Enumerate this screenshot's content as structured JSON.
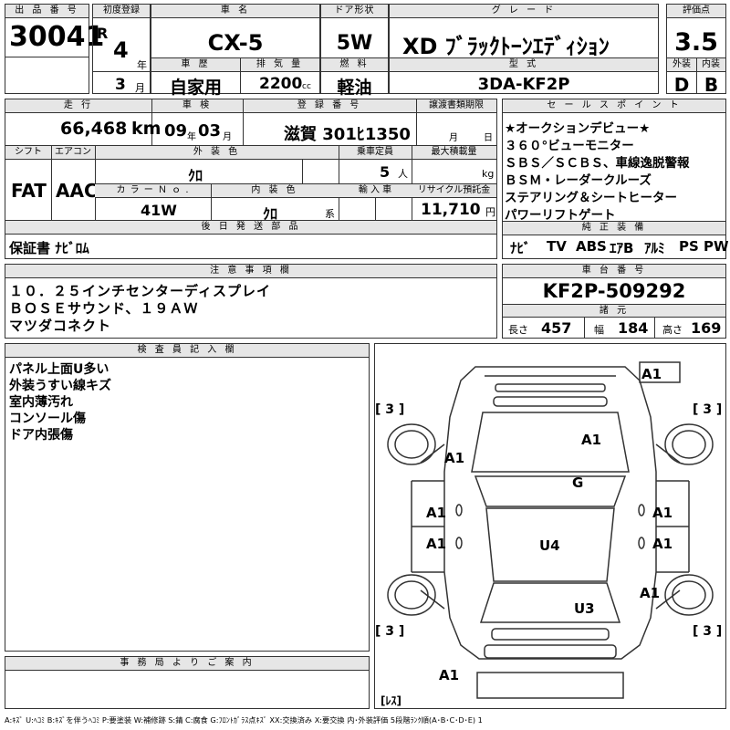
{
  "top": {
    "lot_no_label": "出 品 番 号",
    "lot_no": "30041",
    "first_reg_label": "初度登録",
    "era": "R",
    "year": "4",
    "year_unit": "年",
    "month": "3",
    "month_unit": "月",
    "car_name_label": "車 名",
    "car_name": "CX-5",
    "door_label": "ドア形状",
    "door": "5W",
    "grade_label": "グ レ ー ド",
    "grade": "XD ﾌﾞﾗｯｸﾄｰﾝｴﾃﾞｨｼｮﾝ",
    "score_label": "評価点",
    "score": "3.5",
    "history_label": "車 歴",
    "history": "自家用",
    "displacement_label": "排 気 量",
    "displacement": "2200",
    "displacement_unit": "cc",
    "fuel_label": "燃 料",
    "fuel": "軽油",
    "model_label": "型 式",
    "model": "3DA-KF2P",
    "exterior_label": "外装",
    "exterior": "D",
    "interior_label": "内装",
    "interior": "B"
  },
  "mid": {
    "mileage_label": "走 行",
    "mileage": "66,468",
    "mileage_unit": "km",
    "inspection_label": "車 検",
    "insp_year": "09",
    "insp_year_unit": "年",
    "insp_month": "03",
    "insp_month_unit": "月",
    "reg_no_label": "登 録 番 号",
    "reg_no": "滋賀 301ﾋ1350",
    "transfer_label": "譲渡書類期限",
    "transfer_month": "月",
    "transfer_day": "日",
    "shift_label": "シフト",
    "shift": "FAT",
    "ac_label": "エアコン",
    "ac": "AAC",
    "ext_color_label": "外 装 色",
    "ext_color": "ｸﾛ",
    "capacity_label": "乗車定員",
    "capacity": "5",
    "capacity_unit": "人",
    "max_load_label": "最大積載量",
    "max_load_unit": "kg",
    "color_no_label": "カ ラ ー Ｎ ｏ .",
    "color_no": "41W",
    "int_color_label": "内 装 色",
    "int_color": "ｸﾛ",
    "int_color_unit": "系",
    "import_label": "輸 入 車",
    "recycle_label": "リサイクル預託金",
    "recycle": "11,710",
    "recycle_unit": "円",
    "later_label": "後 日 発 送 部 品",
    "later_items": "保証書 ﾅﾋﾞﾛﾑ"
  },
  "sales": {
    "label": "セ ー ル ス ポ イ ン ト",
    "lines": [
      "★オークションデビュー★",
      "３６０°ビューモニター",
      "ＳＢＳ／ＳＣＢＳ、車線逸脱警報",
      "ＢＳＭ・レーダークルーズ",
      "ステアリング＆シートヒーター",
      "パワーリフトゲート"
    ],
    "equip_label": "純 正 装 備",
    "equip": [
      "ﾅﾋﾞ",
      "TV",
      "ABS",
      "ｴｱB",
      "ｱﾙﾐ",
      "PS",
      "PW"
    ]
  },
  "notes": {
    "label": "注 意 事 項 欄",
    "lines": [
      "１０．２５インチセンターディスプレイ",
      "ＢＯＳＥサウンド、１９ＡＷ",
      "マツダコネクト"
    ]
  },
  "chassis": {
    "label": "車 台 番 号",
    "number": "KF2P-509292",
    "dims_label": "諸 元",
    "length_label": "長さ",
    "length": "457",
    "width_label": "幅",
    "width": "184",
    "height_label": "高さ",
    "height": "169"
  },
  "inspector": {
    "label": "検 査 員 記 入 欄",
    "lines": [
      "パネル上面U多い",
      "外装うすい線キズ",
      "室内薄汚れ",
      "コンソール傷",
      "ドア内張傷"
    ]
  },
  "diagram": {
    "marks": {
      "top_right": "A1",
      "bonnet": "A1",
      "left_front_fender": "A1",
      "windshield": "G",
      "left_front_door": "A1",
      "right_front_door": "A1",
      "left_rear_door": "A1",
      "right_rear_door": "A1",
      "roof": "U4",
      "right_quarter": "A1",
      "rear_glass": "U3",
      "rear_bottom": "A1",
      "tire_fl": "[ 3 ]",
      "tire_fr": "[ 3 ]",
      "tire_rl": "[ 3 ]",
      "tire_rr": "[ 3 ]",
      "spare": "[ﾚｽ]"
    }
  },
  "office": {
    "label": "事 務 局 よ り ご 案 内"
  },
  "legend": "A:ｷｽﾞ U:ﾍｺﾐ B:ｷｽﾞを伴うﾍｺﾐ P:要塗装 W:補修跡 S:錆 C:腐食 G:ﾌﾛﾝﾄｶﾞﾗｽ点ｷｽﾞ XX:交換済み X:要交換 内･外装評価 5段階ﾗﾝｸ順(A･B･C･D･E) 1"
}
